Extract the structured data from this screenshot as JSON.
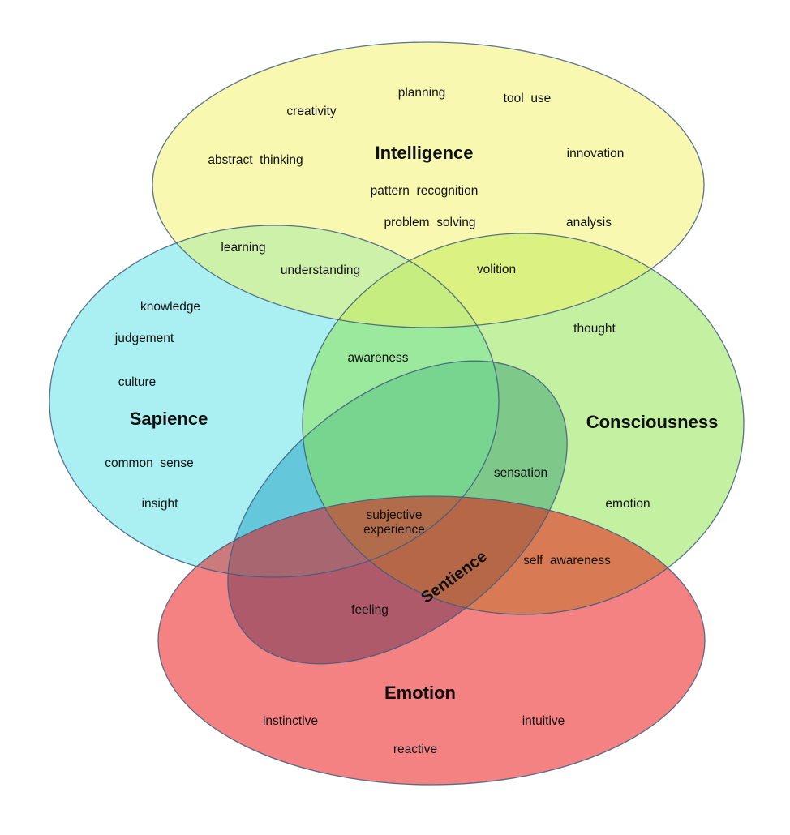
{
  "diagram": {
    "background_color": "#ffffff",
    "outline_color": "#3e5c7e",
    "sets": [
      {
        "name": "Intelligence",
        "display_color": "#f8f8b0",
        "members": [
          "planning",
          "tool use",
          "creativity",
          "abstract thinking",
          "innovation",
          "pattern recognition",
          "problem solving",
          "analysis"
        ]
      },
      {
        "name": "Sapience",
        "display_color": "#aaf0f2",
        "members": [
          "knowledge",
          "judgement",
          "culture",
          "common sense",
          "insight"
        ]
      },
      {
        "name": "Consciousness",
        "display_color": "#c4f0a0",
        "members": [
          "thought",
          "emotion"
        ]
      },
      {
        "name": "Emotion",
        "display_color": "#f58282",
        "members": [
          "instinctive",
          "reactive",
          "intuitive"
        ]
      },
      {
        "name": "Sentience",
        "display_color": "#73aece",
        "members": [
          "feeling"
        ]
      }
    ],
    "overlaps": [
      {
        "sets": [
          "Intelligence",
          "Sapience"
        ],
        "labels": [
          "learning",
          "understanding"
        ]
      },
      {
        "sets": [
          "Intelligence",
          "Consciousness"
        ],
        "labels": [
          "volition"
        ]
      },
      {
        "sets": [
          "Sapience",
          "Consciousness"
        ],
        "labels": [
          "awareness"
        ]
      },
      {
        "sets": [
          "Sentience",
          "Consciousness"
        ],
        "labels": [
          "sensation"
        ]
      },
      {
        "sets": [
          "Sentience",
          "Sapience",
          "Consciousness",
          "Emotion"
        ],
        "labels": [
          "subjective experience"
        ]
      },
      {
        "sets": [
          "Sentience",
          "Consciousness",
          "Emotion"
        ],
        "labels": [
          "self awareness"
        ]
      },
      {
        "sets": [
          "Sentience",
          "Emotion"
        ],
        "labels": [
          "feeling"
        ]
      }
    ]
  },
  "labels": {
    "planning": "planning",
    "tool_use": "tool use",
    "creativity": "creativity",
    "intelligence": "Intelligence",
    "abstract_thinking": "abstract thinking",
    "innovation": "innovation",
    "pattern_recognition": "pattern recognition",
    "problem_solving": "problem solving",
    "analysis": "analysis",
    "learning": "learning",
    "understanding": "understanding",
    "volition": "volition",
    "knowledge": "knowledge",
    "judgement": "judgement",
    "culture": "culture",
    "sapience": "Sapience",
    "common_sense": "common sense",
    "insight": "insight",
    "thought": "thought",
    "consciousness": "Consciousness",
    "awareness": "awareness",
    "sensation": "sensation",
    "emotion_item": "emotion",
    "subjective_experience": "subjective\nexperience",
    "self_awareness": "self awareness",
    "sentience": "Sentience",
    "feeling": "feeling",
    "emotion_title": "Emotion",
    "instinctive": "instinctive",
    "reactive": "reactive",
    "intuitive": "intuitive"
  }
}
